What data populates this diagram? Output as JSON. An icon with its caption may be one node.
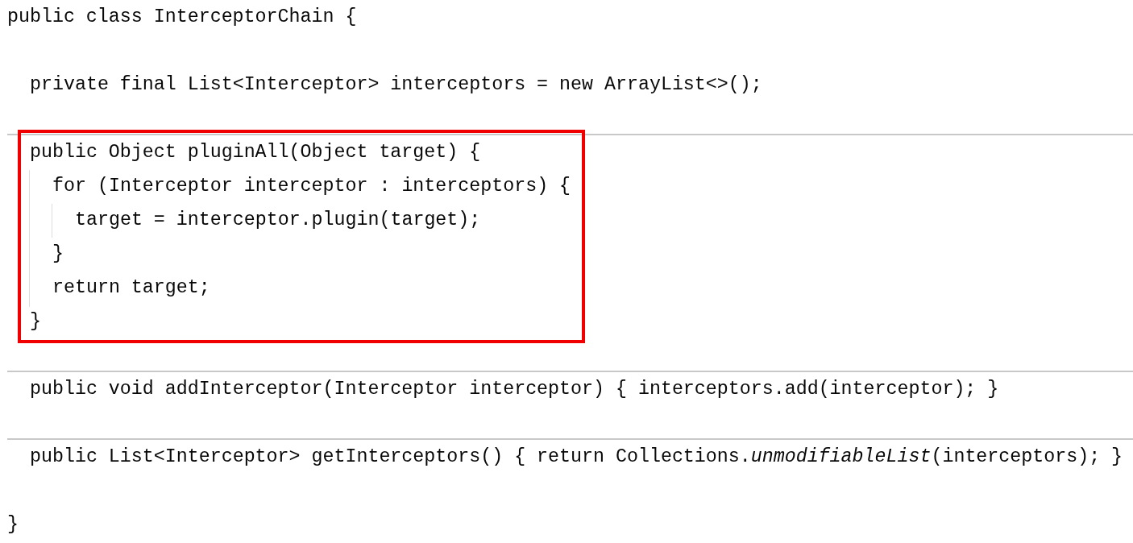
{
  "diagram": {
    "nodes": [
      {
        "text": [
          "public Object pluginAll(Object target) {",
          "for (Interceptor interceptor : interceptors) {",
          "target = interceptor.plugin(target);",
          "}",
          "return target;",
          "}"
        ]
      }
    ],
    "labels": [
      "public class InterceptorChain {",
      "private final List<Interceptor> interceptors = new ArrayList<>();",
      "public void addInterceptor(Interceptor interceptor) { interceptors.add(interceptor); }",
      "public List<Interceptor> getInterceptors() { return Collections.*unmodifiableList*(interceptors); }",
      "}"
    ]
  }
}
